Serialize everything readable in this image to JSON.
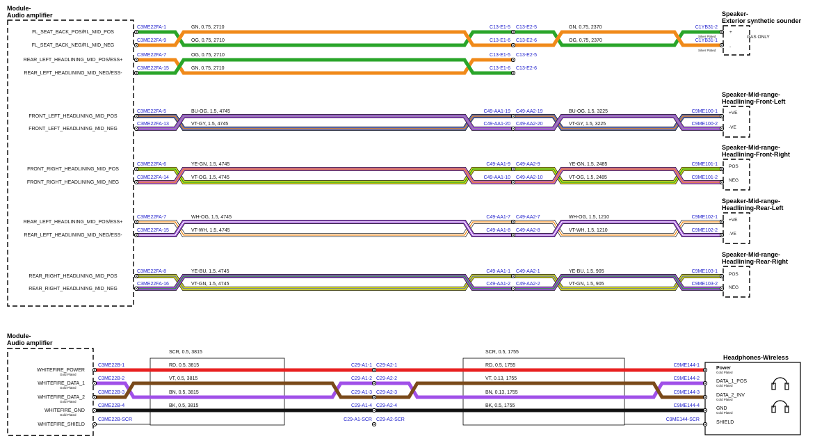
{
  "modules": {
    "amp_top_title": [
      "Module-",
      "Audio amplifier"
    ],
    "amp_bottom_title": [
      "Module-",
      "Audio amplifier"
    ],
    "sounder_title": [
      "Speaker-",
      "Exterior synthetic sounder"
    ],
    "headphones_title": "Headphones-Wireless"
  },
  "speaker_groups": [
    {
      "title": [
        "Speaker-Mid-range-",
        "Headlining-Front-Left"
      ],
      "pins": [
        "+VE",
        "-VE"
      ]
    },
    {
      "title": [
        "Speaker-Mid-range-",
        "Headlining-Front-Right"
      ],
      "pins": [
        "POS",
        "NEG"
      ]
    },
    {
      "title": [
        "Speaker-Mid-range-",
        "Headlining-Rear-Left"
      ],
      "pins": [
        "+VE",
        "-VE"
      ]
    },
    {
      "title": [
        "Speaker-Mid-range-",
        "Headlining-Rear-Right"
      ],
      "pins": [
        "POS",
        "NEG"
      ]
    }
  ],
  "sounder": {
    "pins": [
      "+",
      "-"
    ],
    "note": "GAS ONLY",
    "plating": "Silver Plated"
  },
  "circuits_top": [
    {
      "signal": "FL_SEAT_BACK_POS/RL_MID_POS",
      "conn_left": "C3ME22FA-1",
      "wire_left": "GN, 0.75, 2710",
      "inline_a": "C13-E1-5",
      "inline_b": "C13-E2-5",
      "wire_right": "GN, 0.75, 2370",
      "conn_right": "C1YB31-2",
      "colors": [
        "#2aa52a"
      ]
    },
    {
      "signal": "FL_SEAT_BACK_NEG/RL_MID_NEG",
      "conn_left": "C3ME22FA-9",
      "wire_left": "OG, 0.75, 2710",
      "inline_a": "C13-E1-6",
      "inline_b": "C13-E2-6",
      "wire_right": "OG, 0.75, 2370",
      "conn_right": "C1YB31-1",
      "colors": [
        "#f08a1a"
      ]
    },
    {
      "signal": "REAR_LEFT_HEADLINING_MID_POS/ESS+",
      "conn_left": "C3ME22FA-7",
      "wire_left": "OG, 0.75, 2710",
      "inline_a": "C13-E1-5",
      "inline_b": "C13-E2-5",
      "colors": [
        "#f08a1a"
      ]
    },
    {
      "signal": "REAR_LEFT_HEADLINING_MID_NEG/ESS-",
      "conn_left": "C3ME22FA-15",
      "wire_left": "GN, 0.75, 2710",
      "inline_a": "C13-E1-6",
      "inline_b": "C13-E2-6",
      "colors": [
        "#2aa52a"
      ]
    },
    {
      "signal": "FRONT_LEFT_HEADLINING_MID_POS",
      "conn_left": "C3ME22FA-5",
      "wire_left": "BU-OG, 1.5, 4745",
      "inline_a": "C49-AA1-19",
      "inline_b": "C49-AA2-19",
      "wire_right": "BU-OG, 1.5, 3225",
      "conn_right": "C9ME100-1",
      "colors": [
        "#5a6ab8",
        "#f08a1a"
      ]
    },
    {
      "signal": "FRONT_LEFT_HEADLINING_MID_NEG",
      "conn_left": "C3ME22FA-13",
      "wire_left": "VT-GY, 1.5, 4745",
      "inline_a": "C49-AA1-20",
      "inline_b": "C49-AA2-20",
      "wire_right": "VT-GY, 1.5, 3225",
      "conn_right": "C9ME100-2",
      "colors": [
        "#9a4ad8",
        "#9a9a9a"
      ]
    },
    {
      "signal": "FRONT_RIGHT_HEADLINING_MID_POS",
      "conn_left": "C3ME22FA-6",
      "wire_left": "YE-GN, 1.5, 4745",
      "inline_a": "C49-AA1-9",
      "inline_b": "C49-AA2-9",
      "wire_right": "YE-GN, 1.5, 2485",
      "conn_right": "C9ME101-1",
      "colors": [
        "#d8dc1a",
        "#2aa52a"
      ]
    },
    {
      "signal": "FRONT_RIGHT_HEADLINING_MID_NEG",
      "conn_left": "C3ME22FA-14",
      "wire_left": "VT-OG, 1.5, 4745",
      "inline_a": "C49-AA1-10",
      "inline_b": "C49-AA2-10",
      "wire_right": "VT-OG, 1.5, 2485",
      "conn_right": "C9ME101-2",
      "colors": [
        "#c060c8",
        "#f08a1a"
      ]
    },
    {
      "signal": "REAR_LEFT_HEADLINING_MID_POS/ESS+",
      "conn_left": "C3ME22FA-7",
      "wire_left": "WH-OG, 1.5, 4745",
      "inline_a": "C49-AA1-7",
      "inline_b": "C49-AA2-7",
      "wire_right": "WH-OG, 1.5, 1210",
      "conn_right": "C9ME102-1",
      "colors": [
        "#ffffff",
        "#f08a1a"
      ]
    },
    {
      "signal": "REAR_LEFT_HEADLINING_MID_NEG/ESS-",
      "conn_left": "C3ME22FA-15",
      "wire_left": "VT-WH, 1.5, 4745",
      "inline_a": "C49-AA1-8",
      "inline_b": "C49-AA2-8",
      "wire_right": "VT-WH, 1.5, 1210",
      "conn_right": "C9ME102-2",
      "colors": [
        "#9a4ad8",
        "#ffffff"
      ]
    },
    {
      "signal": "REAR_RIGHT_HEADLINING_MID_POS",
      "conn_left": "C3ME22FA-8",
      "wire_left": "YE-BU, 1.5, 4745",
      "inline_a": "C49-AA1-1",
      "inline_b": "C49-AA2-1",
      "wire_right": "YE-BU, 1.5, 905",
      "conn_right": "C9ME103-1",
      "colors": [
        "#d8dc1a",
        "#5a6ab8"
      ]
    },
    {
      "signal": "REAR_RIGHT_HEADLINING_MID_NEG",
      "conn_left": "C3ME22FA-16",
      "wire_left": "VT-GN, 1.5, 4745",
      "inline_a": "C49-AA1-2",
      "inline_b": "C49-AA2-2",
      "wire_right": "VT-GN, 1.5, 905",
      "conn_right": "C9ME103-2",
      "colors": [
        "#9a4ad8",
        "#2aa52a"
      ]
    }
  ],
  "bottom": {
    "scr_left": "SCR, 0.5, 3815",
    "scr_right": "SCR, 0.5, 1755",
    "circuits": [
      {
        "signal": "WHITEFIRE_POWER",
        "plating": "Gold Plated",
        "conn_left": "C3ME22B-1",
        "wire_left": "RD, 0.5, 3815",
        "inline_a": "C29-A1-1",
        "inline_b": "C29-A2-1",
        "wire_right": "RD, 0.5, 1755",
        "conn_right": "C9ME144-1",
        "pin": "Power",
        "pin_plating": "Gold Plated",
        "colors": [
          "#e82020"
        ]
      },
      {
        "signal": "WHITEFIRE_DATA_1",
        "plating": "Gold Plated",
        "conn_left": "C3ME22B-2",
        "wire_left": "VT, 0.5, 3815",
        "inline_a": "C29-A1-2",
        "inline_b": "C29-A2-2",
        "wire_right": "VT, 0.13, 1755",
        "conn_right": "C9ME144-2",
        "pin": "DATA_1_POS",
        "pin_plating": "Gold Plated",
        "colors": [
          "#a050e8"
        ]
      },
      {
        "signal": "WHITEFIRE_DATA_2",
        "plating": "Gold Plated",
        "conn_left": "C3ME22B-3",
        "wire_left": "BN, 0.5, 3815",
        "inline_a": "C29-A1-3",
        "inline_b": "C29-A2-3",
        "wire_right": "BN, 0.13, 1755",
        "conn_right": "C9ME144-3",
        "pin": "DATA_2_INV",
        "pin_plating": "Gold Plated",
        "colors": [
          "#7a4a1a"
        ]
      },
      {
        "signal": "WHITEFIRE_GND",
        "plating": "Gold Plated",
        "conn_left": "C3ME22B-4",
        "wire_left": "BK, 0.5, 3815",
        "inline_a": "C29-A1-4",
        "inline_b": "C29-A2-4",
        "wire_right": "BK, 0.5, 1755",
        "conn_right": "C9ME144-4",
        "pin": "GND",
        "pin_plating": "Gold Plated",
        "colors": [
          "#111111"
        ]
      },
      {
        "signal": "WHITEFIRE_SHIELD",
        "conn_left": "C3ME22B-SCR",
        "inline_a": "C29-A1-SCR",
        "inline_b": "C29-A2-SCR",
        "conn_right": "C9ME144-SCR",
        "pin": "SHIELD",
        "colors": []
      }
    ]
  }
}
